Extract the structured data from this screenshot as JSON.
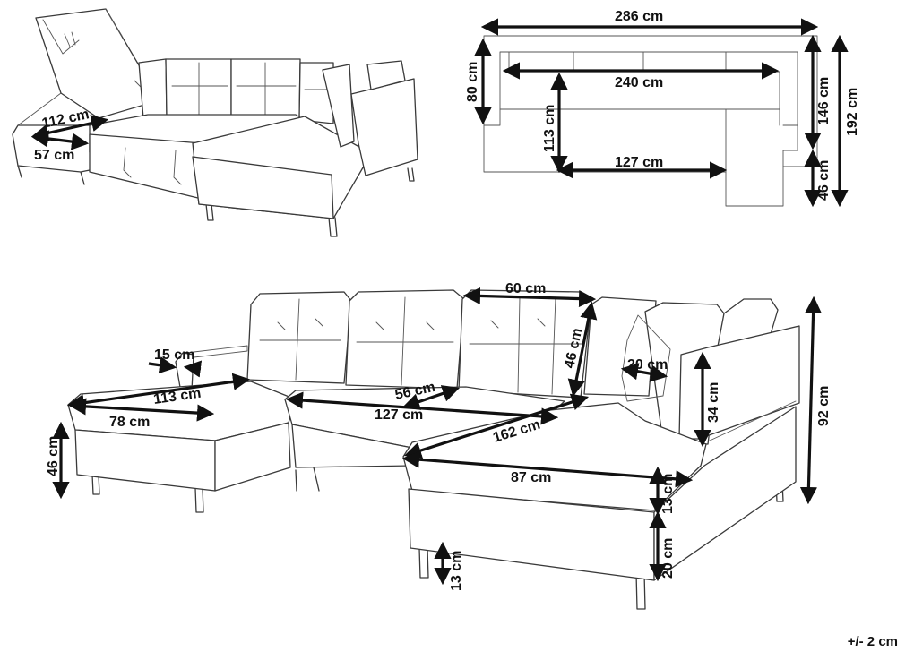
{
  "top_right_plan": {
    "total_width": "286 cm",
    "inner_width": "240 cm",
    "back_depth": "80 cm",
    "seat_depth": "113 cm",
    "chaise_width": "127 cm",
    "right_depth": "146 cm",
    "total_depth": "192 cm",
    "right_extension": "46 cm"
  },
  "top_left_storage": {
    "storage_width": "112 cm",
    "storage_depth": "57 cm"
  },
  "bottom_view": {
    "armrest_width": "15 cm",
    "left_chaise_length": "113 cm",
    "left_chaise_width": "78 cm",
    "seat_height": "46 cm",
    "middle_depth": "56 cm",
    "middle_width": "127 cm",
    "cushion_width": "60 cm",
    "back_cushion_height": "46 cm",
    "arm_thickness": "20 cm",
    "arm_height": "34 cm",
    "total_height": "92 cm",
    "chaise_length": "162 cm",
    "chaise_width": "87 cm",
    "cushion_thickness": "13 cm",
    "base_height": "20 cm",
    "leg_height": "13 cm"
  },
  "tolerance": "+/- 2 cm",
  "arrow_color": "#111111",
  "line_color": "#3a3a3a"
}
